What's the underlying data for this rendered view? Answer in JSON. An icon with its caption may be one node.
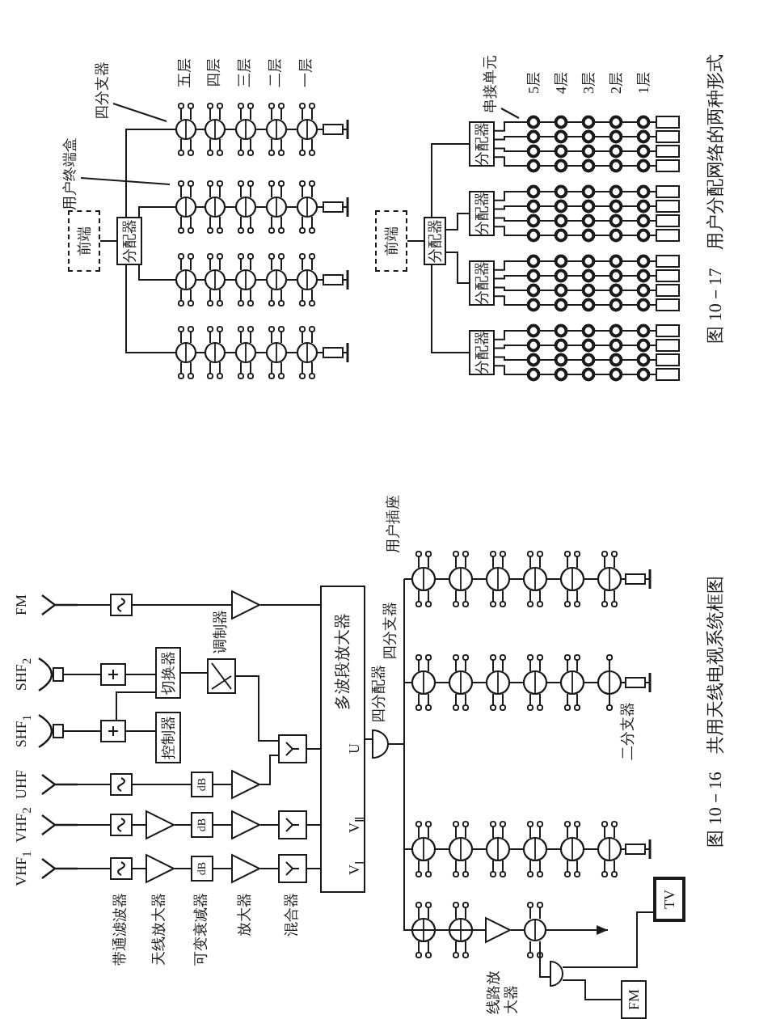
{
  "diagram": {
    "nodes": [
      {
        "text": [
          "VHF$_{1}$"
        ]
      },
      {
        "text": [],
        "shape": "box"
      },
      {
        "text": [],
        "shape": "triangle"
      },
      {
        "text": [
          "dB"
        ]
      },
      {
        "text": [],
        "shape": "triangle"
      },
      {
        "text": [],
        "shape": "box"
      },
      {
        "text": [
          "VHF$_{2}$"
        ]
      },
      {
        "text": [],
        "shape": "box"
      },
      {
        "text": [],
        "shape": "triangle"
      },
      {
        "text": [
          "dB"
        ]
      },
      {
        "text": [],
        "shape": "triangle"
      },
      {
        "text": [],
        "shape": "box"
      },
      {
        "text": [
          "UHF"
        ]
      },
      {
        "text": [],
        "shape": "box"
      },
      {
        "text": [
          "dB"
        ]
      },
      {
        "text": [],
        "shape": "triangle"
      },
      {
        "text": [
          "SHF$_{1}$"
        ]
      },
      {
        "text": [],
        "shape": "box"
      },
      {
        "text": [
          "SHF$_{2}$"
        ]
      },
      {
        "text": [],
        "shape": "box"
      },
      {
        "text": [
          "控制器"
        ]
      },
      {
        "text": [
          "切换器"
        ]
      },
      {
        "text": [],
        "shape": "box",
        "beside": [
          "调制器"
        ]
      },
      {
        "text": [],
        "shape": "box"
      },
      {
        "text": [
          "FM"
        ]
      },
      {
        "text": [],
        "shape": "box"
      },
      {
        "text": [],
        "shape": "triangle"
      },
      {
        "text": [
          "多波段放大器",
          "U",
          "V$_{Ⅱ}$",
          "V$_{Ⅰ}$"
        ]
      },
      {
        "text": [],
        "shape": "semicircle",
        "beside": [
          "四分配器"
        ]
      },
      {
        "text": [],
        "shape": "semicircle"
      },
      {
        "text": [
          "FM"
        ]
      },
      {
        "text": [
          "TV"
        ]
      },
      {
        "text": [
          "前端"
        ]
      },
      {
        "text": [
          "分配器"
        ]
      },
      {
        "text": [
          "用户终端盒"
        ]
      },
      {
        "text": [
          "四分支器"
        ]
      },
      {
        "text": [
          "前端"
        ]
      },
      {
        "text": [
          "分配器"
        ]
      },
      {
        "text": [
          "分配器"
        ]
      },
      {
        "text": [
          "分配器"
        ]
      },
      {
        "text": [
          "分配器"
        ]
      },
      {
        "text": [
          "分配器"
        ]
      },
      {
        "text": [
          "串接单元"
        ]
      },
      {
        "text": [],
        "shape": "circle"
      },
      {
        "text": [],
        "shape": "triangle",
        "beside": [
          "线路放大器"
        ]
      }
    ],
    "edges": [
      {
        "from": 0,
        "to": 1,
        "arrow": "none"
      },
      {
        "from": 1,
        "to": 2,
        "arrow": "none"
      },
      {
        "from": 2,
        "to": 3,
        "arrow": "none"
      },
      {
        "from": 3,
        "to": 4,
        "arrow": "none"
      },
      {
        "from": 4,
        "to": 5,
        "arrow": "none"
      },
      {
        "from": 5,
        "to": 27,
        "arrow": "none"
      },
      {
        "from": 6,
        "to": 7,
        "arrow": "none"
      },
      {
        "from": 7,
        "to": 8,
        "arrow": "none"
      },
      {
        "from": 8,
        "to": 9,
        "arrow": "none"
      },
      {
        "from": 9,
        "to": 10,
        "arrow": "none"
      },
      {
        "from": 10,
        "to": 11,
        "arrow": "none"
      },
      {
        "from": 11,
        "to": 27,
        "arrow": "none"
      },
      {
        "from": 12,
        "to": 13,
        "arrow": "none"
      },
      {
        "from": 13,
        "to": 14,
        "arrow": "none"
      },
      {
        "from": 14,
        "to": 15,
        "arrow": "none"
      },
      {
        "from": 15,
        "to": 23,
        "arrow": "none"
      },
      {
        "from": 16,
        "to": 17,
        "arrow": "none"
      },
      {
        "from": 18,
        "to": 19,
        "arrow": "none"
      },
      {
        "from": 17,
        "to": 20,
        "arrow": "none"
      },
      {
        "from": 17,
        "to": 21,
        "arrow": "none"
      },
      {
        "from": 19,
        "to": 21,
        "arrow": "none"
      },
      {
        "from": 21,
        "to": 22,
        "arrow": "none"
      },
      {
        "from": 22,
        "to": 23,
        "arrow": "none"
      },
      {
        "from": 23,
        "to": 27,
        "arrow": "none"
      },
      {
        "from": 24,
        "to": 25,
        "arrow": "none"
      },
      {
        "from": 25,
        "to": 26,
        "arrow": "none"
      },
      {
        "from": 26,
        "to": 27,
        "arrow": "none"
      },
      {
        "from": 27,
        "to": 28,
        "arrow": "none"
      },
      {
        "from": 29,
        "to": 30,
        "arrow": "none"
      },
      {
        "from": 29,
        "to": 31,
        "arrow": "none"
      },
      {
        "from": 32,
        "to": 33,
        "arrow": "none"
      },
      {
        "from": 34,
        "to": null,
        "arrow": "none"
      },
      {
        "from": 35,
        "to": null,
        "arrow": "none"
      },
      {
        "from": 36,
        "to": 37,
        "arrow": "none"
      },
      {
        "from": 37,
        "to": 38,
        "arrow": "none"
      },
      {
        "from": 37,
        "to": 39,
        "arrow": "none"
      },
      {
        "from": 37,
        "to": 40,
        "arrow": "none"
      },
      {
        "from": 37,
        "to": 41,
        "arrow": "none"
      },
      {
        "from": 42,
        "to": null,
        "arrow": "none"
      },
      {
        "from": 43,
        "to": null,
        "arrow": "to"
      },
      {
        "from": 28,
        "to": 44,
        "arrow": "none"
      },
      {
        "from": 44,
        "to": 43,
        "arrow": "none"
      },
      {
        "from": 43,
        "to": 29,
        "arrow": "none"
      }
    ],
    "labels": [
      "带通滤波器",
      "天线放大器",
      "可变衰减器",
      "放大器",
      "混合器",
      "四分支器",
      "用户插座",
      "二分支器",
      "图 10－16　共用天线电视系统框图",
      "五层",
      "四层",
      "三层",
      "二层",
      "一层",
      "5层",
      "4层",
      "3层",
      "2层",
      "1层",
      "图 10－17　用户分配网络的两种形式"
    ]
  }
}
